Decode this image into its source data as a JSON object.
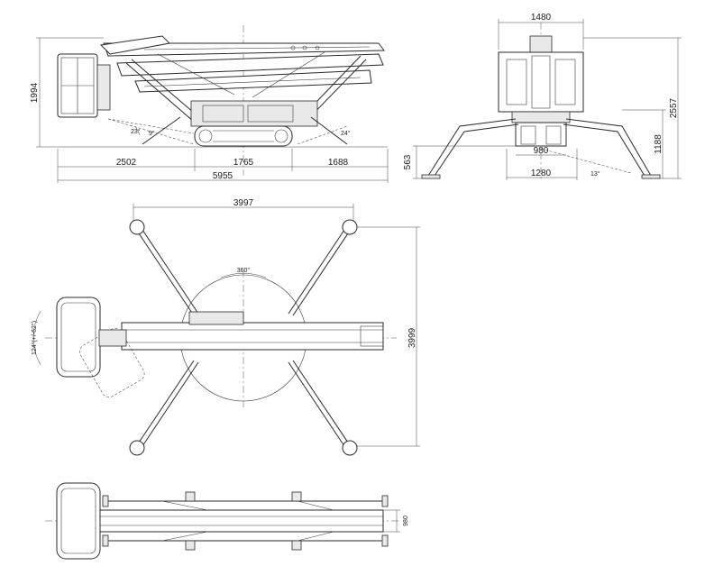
{
  "side_view": {
    "height_dim": "1994",
    "dim_2502": "2502",
    "dim_1765": "1765",
    "dim_1688": "1688",
    "total_length": "5955",
    "angle_23": "23°",
    "angle_9": "9°",
    "angle_24": "24°"
  },
  "front_view": {
    "width_top": "1480",
    "height_total": "2557",
    "height_1188": "1188",
    "height_563": "563",
    "width_980": "980",
    "width_1280": "1280",
    "angle_13": "13°"
  },
  "top_view": {
    "outrigger_width": "3997",
    "outrigger_depth": "3999",
    "rotation": "360°",
    "basket_rotation": "124°(+/-62°)"
  },
  "transport_view": {
    "width_dim": "980"
  }
}
